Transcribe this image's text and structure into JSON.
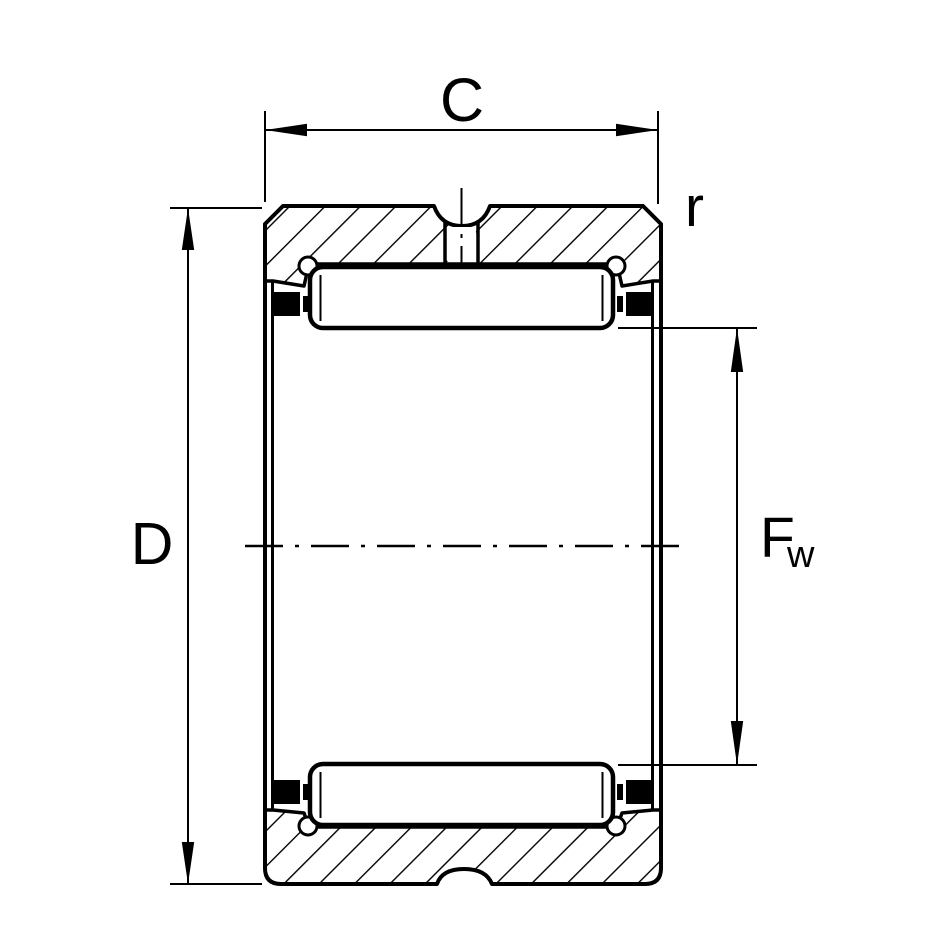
{
  "drawing": {
    "type": "technical-drawing",
    "subject": "Needle roller bearing cross-section without inner ring",
    "background": "#ffffff",
    "line_color": "#000000",
    "dimensions": {
      "width_label": "C",
      "outer_diameter_label": "D",
      "raceway_label_main": "F",
      "raceway_label_subscript": "w",
      "chamfer_label": "r"
    }
  }
}
